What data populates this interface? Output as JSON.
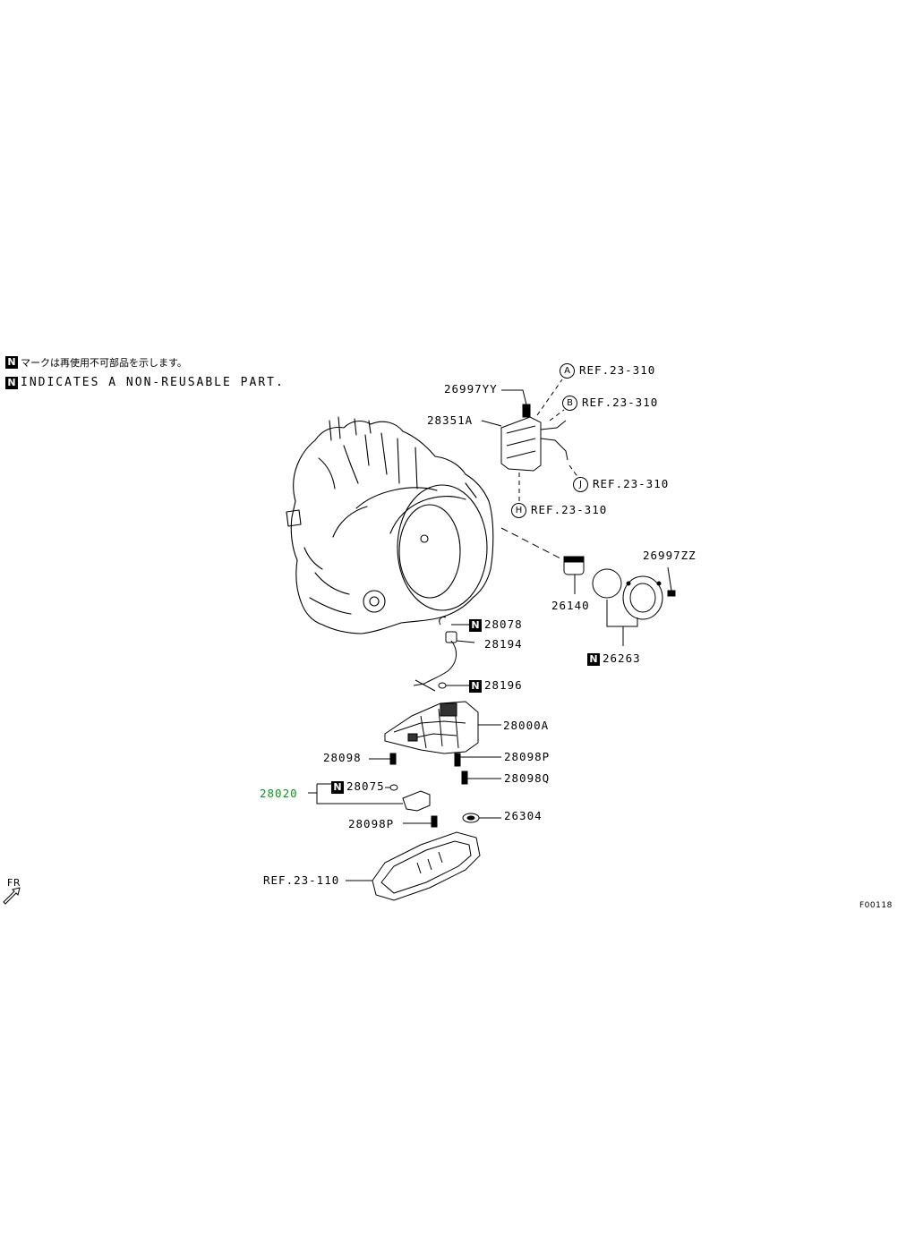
{
  "legend": {
    "n_mark": "N",
    "japanese": "マークは再使用不可部品を示します。",
    "english": "INDICATES A NON-REUSABLE PART."
  },
  "figure_code": "F00118",
  "fr_label": "FR",
  "refs": {
    "a": {
      "letter": "A",
      "text": "REF.23-310"
    },
    "b": {
      "letter": "B",
      "text": "REF.23-310"
    },
    "j": {
      "letter": "J",
      "text": "REF.23-310"
    },
    "h": {
      "letter": "H",
      "text": "REF.23-310"
    },
    "pan": "REF.23-110"
  },
  "parts": {
    "p26997YY": "26997YY",
    "p28351A": "28351A",
    "p26997ZZ": "26997ZZ",
    "p26140": "26140",
    "p26263": "26263",
    "p28078": "28078",
    "p28194": "28194",
    "p28196": "28196",
    "p28000A": "28000A",
    "p28098": "28098",
    "p28098P_a": "28098P",
    "p28098Q": "28098Q",
    "p28020": "28020",
    "p28075": "28075",
    "p28098P_b": "28098P",
    "p26304": "26304"
  },
  "colors": {
    "highlight": "#0a9a1a",
    "line": "#000000"
  }
}
